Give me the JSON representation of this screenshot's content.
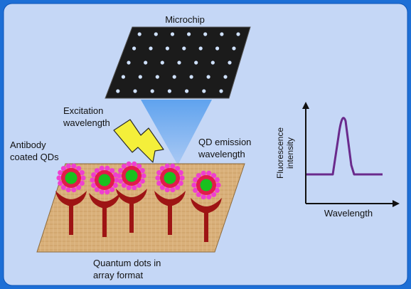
{
  "labels": {
    "microchip": "Microchip",
    "excitation_line1": "Excitation",
    "excitation_line2": "wavelength",
    "antibody_line1": "Antibody",
    "antibody_line2": "coated QDs",
    "emission_line1": "QD emission",
    "emission_line2": "wavelength",
    "array_line1": "Quantum dots in",
    "array_line2": "array format"
  },
  "graph": {
    "xlabel": "Wavelength",
    "ylabel_line1": "Fluorescence",
    "ylabel_line2": "intensity"
  },
  "colors": {
    "outer_border": "#1d6fd6",
    "panel_background": "#c5d7f6",
    "microchip": "#1b1b1b",
    "microchip_dots": "#cfe1ff",
    "emission_beam": "#5aa0ee",
    "lightning": "#f4ef3a",
    "array_surface": "#d9b07a",
    "antibody": "#9e1414",
    "qd_core": "#19c01e",
    "qd_shell": "#e21b4b",
    "qd_coat": "#ef3fd0",
    "spectrum_line": "#6a2a8c"
  },
  "icons": [
    "microchip-icon",
    "lightning-bolt-icon",
    "antibody-icon",
    "quantum-dot-icon"
  ]
}
